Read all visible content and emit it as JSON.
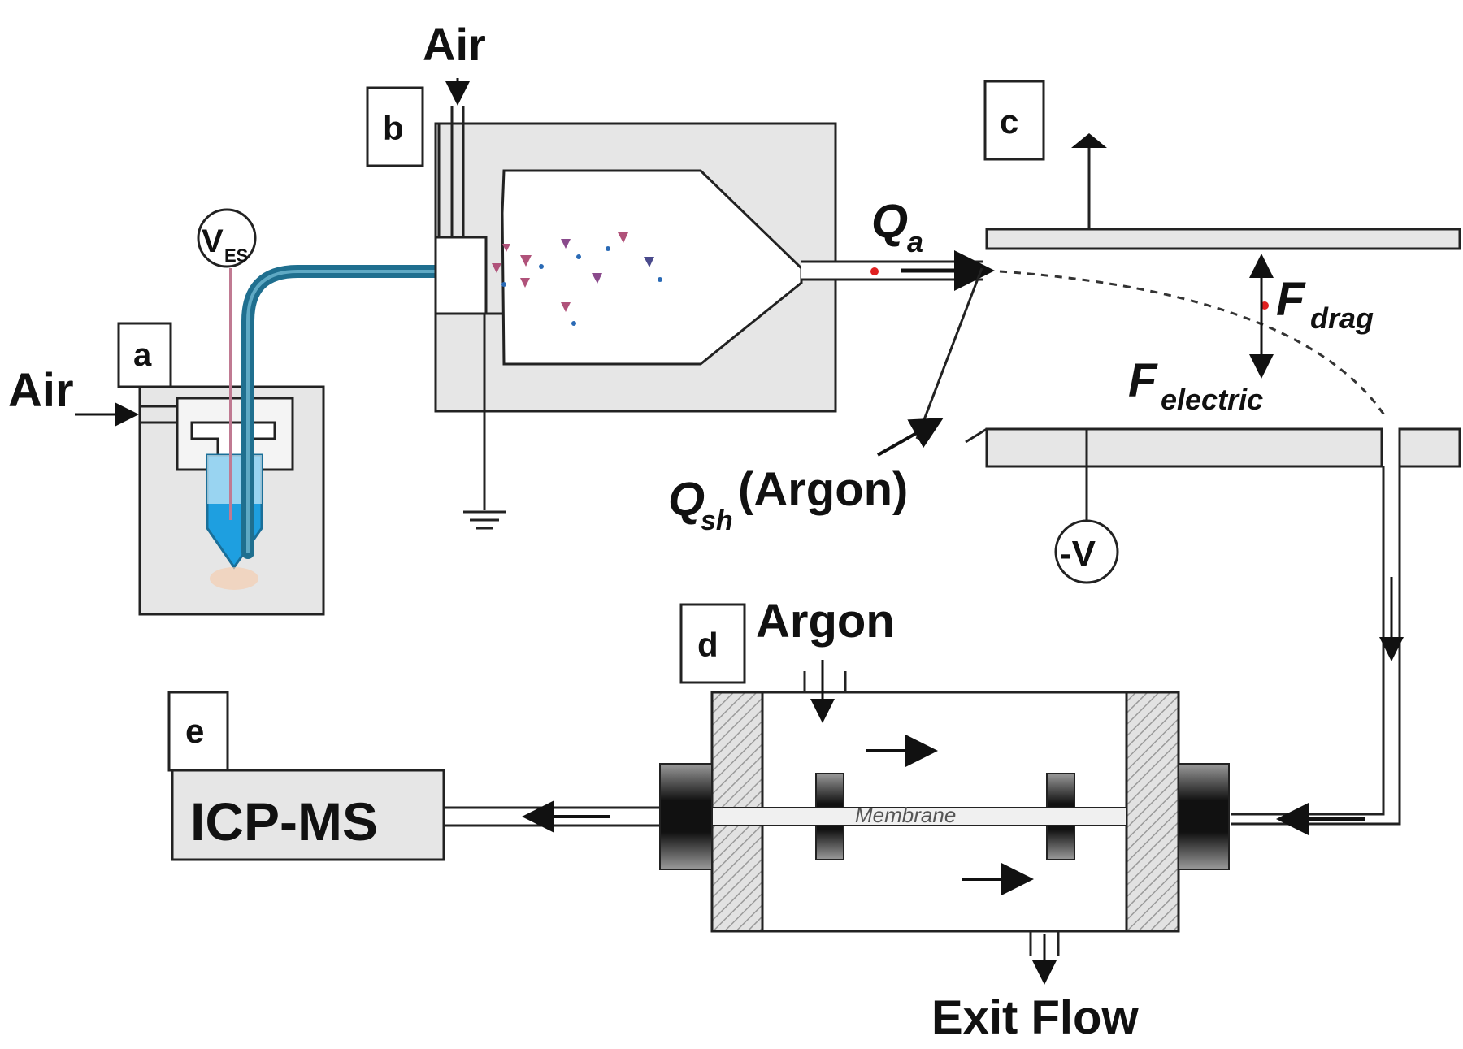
{
  "diagram": {
    "panel_labels": {
      "a": "a",
      "b": "b",
      "c": "c",
      "d": "d",
      "e": "e"
    },
    "air_left": "Air",
    "air_top": "Air",
    "v_es_main": "V",
    "v_es_sub": "ES",
    "q_a_main": "Q",
    "q_a_sub": "a",
    "f_drag_main": "F",
    "f_drag_sub": "drag",
    "f_electric_main": "F",
    "f_electric_sub": "electric",
    "q_sh_main": "Q",
    "q_sh_sub": "sh",
    "q_sh_gas": "(Argon)",
    "minus_v": "-V",
    "argon_inlet": "Argon",
    "membrane": "Membrane",
    "icp_ms": "ICP-MS",
    "exit_flow": "Exit Flow"
  },
  "colors": {
    "panel_fill": "#e6e6e6",
    "capillary": "#1f6f8f",
    "liquid": "#1e9fe0",
    "tip": "#4d8fb3",
    "hatch": "#b8b8b8",
    "particle": "#b0527a",
    "particle_dark": "#4a4a8c",
    "trajectory": "#333333",
    "red_marker": "#e02020"
  }
}
